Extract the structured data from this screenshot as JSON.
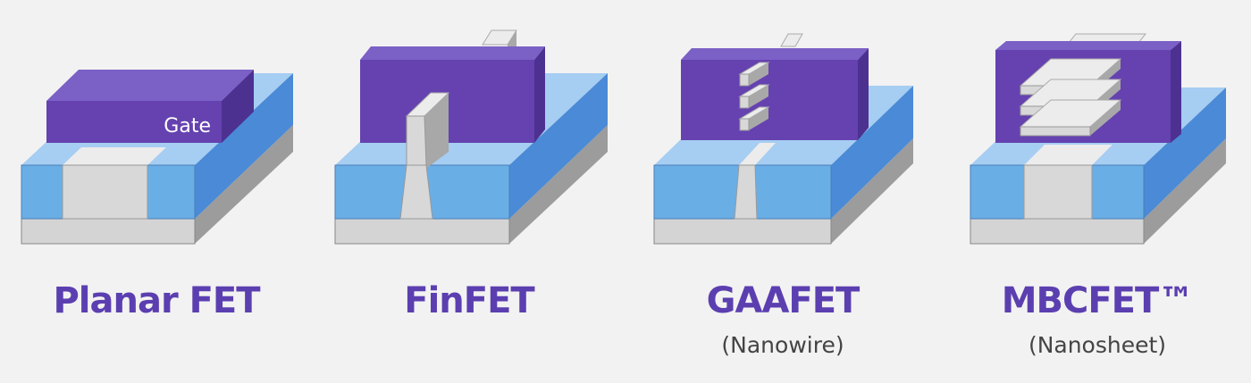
{
  "gate_text": "Gate",
  "transistors": [
    {
      "name": "Planar FET",
      "sub": ""
    },
    {
      "name": "FinFET",
      "sub": ""
    },
    {
      "name": "GAAFET",
      "sub": "(Nanowire)"
    },
    {
      "name": "MBCFET™",
      "sub": "(Nanosheet)"
    }
  ],
  "colors": {
    "gate_front": "#6542b0",
    "gate_top": "#7b60c6",
    "gate_side": "#4d3191",
    "oxide_front": "#6aaee6",
    "oxide_top": "#a6cdf2",
    "oxide_side": "#4a8ad6",
    "silicon_front": "#d8d8d8",
    "silicon_top": "#ececec",
    "silicon_side": "#9c9c9c",
    "label": "#5b3fb0",
    "sublabel": "#444444"
  }
}
